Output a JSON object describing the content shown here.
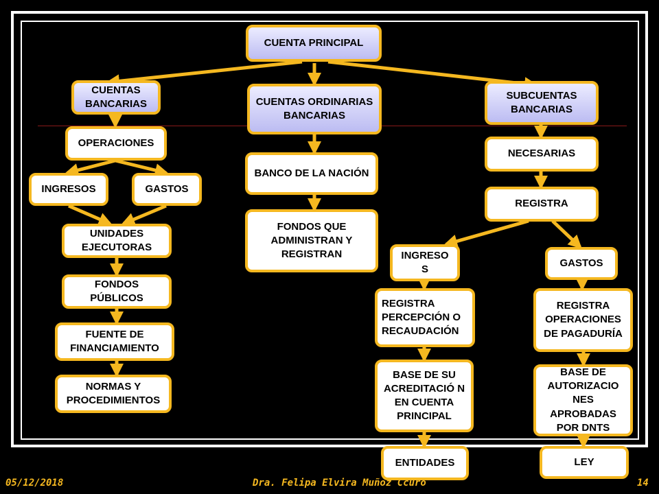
{
  "diagram": {
    "root": "CUENTA PRINCIPAL",
    "left": {
      "head": "CUENTAS BANCARIAS",
      "operaciones": "OPERACIONES",
      "ingresos": "INGRESOS",
      "gastos": "GASTOS",
      "unidades": "UNIDADES EJECUTORAS",
      "fondos": "FONDOS PÚBLICOS",
      "fuente": "FUENTE DE FINANCIAMIENTO",
      "normas": "NORMAS Y PROCEDIMIENTOS"
    },
    "center": {
      "head": "CUENTAS ORDINARIAS BANCARIAS",
      "banco": "BANCO DE LA NACIÓN",
      "fondos": "FONDOS QUE ADMINISTRAN Y REGISTRAN"
    },
    "right": {
      "head": "SUBCUENTAS BANCARIAS",
      "necesarias": "NECESARIAS",
      "registra": "REGISTRA",
      "ingresos": "INGRESO S",
      "gastos": "GASTOS",
      "registra_percepcion": "REGISTRA PERCEPCIÓN O RECAUDACIÓN",
      "registra_operaciones": "REGISTRA OPERACIONES DE PAGADURÍA",
      "base_acreditacion": "BASE DE SU ACREDITACIÓ N EN CUENTA PRINCIPAL",
      "base_autorizaciones": "BASE DE AUTORIZACIO NES APROBADAS POR DNTS",
      "entidades": "ENTIDADES",
      "ley": "LEY"
    }
  },
  "footer": {
    "date": "05/12/2018",
    "author": "Dra. Felipa  Elvira Muñoz Ccuro",
    "page": "14"
  },
  "colors": {
    "accent": "#f5b820",
    "background": "#000000"
  }
}
